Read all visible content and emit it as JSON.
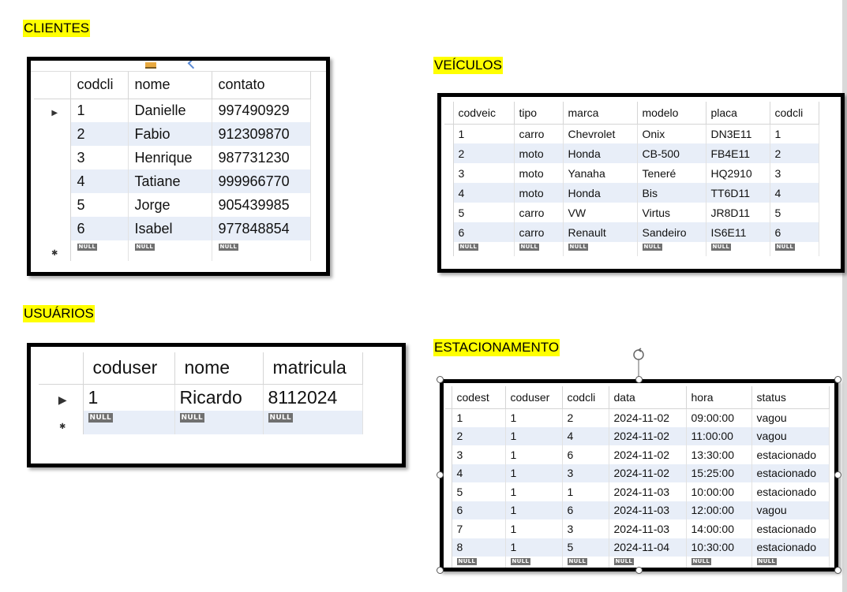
{
  "headings": {
    "clientes": "CLIENTES",
    "veiculos": "VEÍCULOS",
    "usuarios": "USUÁRIOS",
    "estacionamento": "ESTACIONAMENTO"
  },
  "null_label": "NULL",
  "colors": {
    "highlight": "#ffff00",
    "alt_row": "#e8eef8",
    "null_badge": "#707070",
    "frame": "#000000"
  },
  "clientes": {
    "columns": [
      "codcli",
      "nome",
      "contato"
    ],
    "rows": [
      [
        "1",
        "Danielle",
        "997490929"
      ],
      [
        "2",
        "Fabio",
        "912309870"
      ],
      [
        "3",
        "Henrique",
        "987731230"
      ],
      [
        "4",
        "Tatiane",
        "999966770"
      ],
      [
        "5",
        "Jorge",
        "905439985"
      ],
      [
        "6",
        "Isabel",
        "977848854"
      ]
    ]
  },
  "veiculos": {
    "columns": [
      "codveic",
      "tipo",
      "marca",
      "modelo",
      "placa",
      "codcli"
    ],
    "rows": [
      [
        "1",
        "carro",
        "Chevrolet",
        "Onix",
        "DN3E11",
        "1"
      ],
      [
        "2",
        "moto",
        "Honda",
        "CB-500",
        "FB4E11",
        "2"
      ],
      [
        "3",
        "moto",
        "Yanaha",
        "Teneré",
        "HQ2910",
        "3"
      ],
      [
        "4",
        "moto",
        "Honda",
        "Bis",
        "TT6D11",
        "4"
      ],
      [
        "5",
        "carro",
        "VW",
        "Virtus",
        "JR8D11",
        "5"
      ],
      [
        "6",
        "carro",
        "Renault",
        "Sandeiro",
        "IS6E11",
        "6"
      ]
    ]
  },
  "usuarios": {
    "columns": [
      "coduser",
      "nome",
      "matricula"
    ],
    "rows": [
      [
        "1",
        "Ricardo",
        "8112024"
      ]
    ]
  },
  "estacionamento": {
    "columns": [
      "codest",
      "coduser",
      "codcli",
      "data",
      "hora",
      "status"
    ],
    "rows": [
      [
        "1",
        "1",
        "2",
        "2024-11-02",
        "09:00:00",
        "vagou"
      ],
      [
        "2",
        "1",
        "4",
        "2024-11-02",
        "11:00:00",
        "vagou"
      ],
      [
        "3",
        "1",
        "6",
        "2024-11-02",
        "13:30:00",
        "estacionado"
      ],
      [
        "4",
        "1",
        "3",
        "2024-11-02",
        "15:25:00",
        "estacionado"
      ],
      [
        "5",
        "1",
        "1",
        "2024-11-03",
        "10:00:00",
        "estacionado"
      ],
      [
        "6",
        "1",
        "6",
        "2024-11-03",
        "12:00:00",
        "vagou"
      ],
      [
        "7",
        "1",
        "3",
        "2024-11-03",
        "14:00:00",
        "estacionado"
      ],
      [
        "8",
        "1",
        "5",
        "2024-11-04",
        "10:30:00",
        "estacionado"
      ]
    ]
  }
}
